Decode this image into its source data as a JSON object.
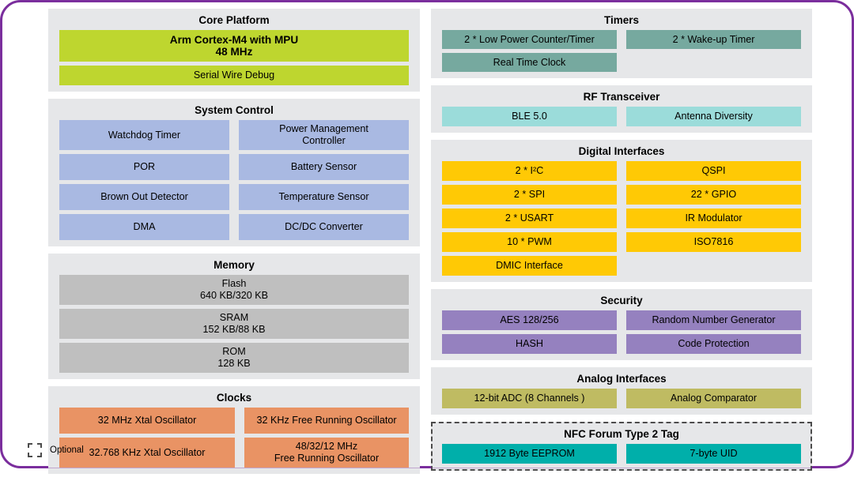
{
  "legend": {
    "label": "Optional",
    "swatch_style": "dashed-border"
  },
  "colors": {
    "frame": "#7B2E9D",
    "panel_bg": "#E6E7E9",
    "core": "#BED62F",
    "system_control": "#A9B9E2",
    "memory": "#BFBFBF",
    "clocks": "#E99364",
    "timers": "#76A99F",
    "rf": "#9BDCDA",
    "digital": "#FFC905",
    "security": "#9581BF",
    "analog": "#BFBB62",
    "nfc": "#00AFAA"
  },
  "left_column": [
    {
      "id": "core-platform",
      "title": "Core Platform",
      "color": "core",
      "rows": [
        [
          {
            "label": "Arm Cortex-M4 with MPU",
            "sub": "48 MHz",
            "bold": true
          }
        ],
        [
          {
            "label": "Serial Wire Debug"
          }
        ]
      ]
    },
    {
      "id": "system-control",
      "title": "System Control",
      "color": "system_control",
      "rows": [
        [
          {
            "label": "Watchdog Timer"
          },
          {
            "label": "Power Management",
            "sub": "Controller"
          }
        ],
        [
          {
            "label": "POR"
          },
          {
            "label": "Battery Sensor"
          }
        ],
        [
          {
            "label": "Brown Out Detector"
          },
          {
            "label": "Temperature Sensor"
          }
        ],
        [
          {
            "label": "DMA"
          },
          {
            "label": "DC/DC Converter"
          }
        ]
      ]
    },
    {
      "id": "memory",
      "title": "Memory",
      "color": "memory",
      "rows": [
        [
          {
            "label": "Flash",
            "sub": "640 KB/320 KB"
          }
        ],
        [
          {
            "label": "SRAM",
            "sub": "152 KB/88 KB"
          }
        ],
        [
          {
            "label": "ROM",
            "sub": "128 KB"
          }
        ]
      ]
    },
    {
      "id": "clocks",
      "title": "Clocks",
      "color": "clocks",
      "rows": [
        [
          {
            "label": "32 MHz Xtal Oscillator"
          },
          {
            "label": "32 KHz Free Running Oscillator"
          }
        ],
        [
          {
            "label": "32.768 KHz Xtal Oscillator"
          },
          {
            "label": "48/32/12 MHz",
            "sub": "Free Running Oscillator"
          }
        ]
      ]
    }
  ],
  "right_column": [
    {
      "id": "timers",
      "title": "Timers",
      "color": "timers",
      "rows": [
        [
          {
            "label": "2 * Low Power Counter/Timer"
          },
          {
            "label": "2 * Wake-up Timer"
          }
        ],
        [
          {
            "label": "Real Time Clock"
          },
          {
            "label": "",
            "spacer": true
          }
        ]
      ]
    },
    {
      "id": "rf-transceiver",
      "title": "RF Transceiver",
      "color": "rf",
      "rows": [
        [
          {
            "label": "BLE 5.0"
          },
          {
            "label": "Antenna Diversity"
          }
        ]
      ]
    },
    {
      "id": "digital-interfaces",
      "title": "Digital Interfaces",
      "color": "digital",
      "rows": [
        [
          {
            "label": "2  * I²C"
          },
          {
            "label": "QSPI"
          }
        ],
        [
          {
            "label": "2 * SPI"
          },
          {
            "label": "22 * GPIO"
          }
        ],
        [
          {
            "label": "2 * USART"
          },
          {
            "label": "IR Modulator"
          }
        ],
        [
          {
            "label": "10 * PWM"
          },
          {
            "label": "ISO7816"
          }
        ],
        [
          {
            "label": "DMIC Interface"
          },
          {
            "label": "",
            "spacer": true
          }
        ]
      ]
    },
    {
      "id": "security",
      "title": "Security",
      "color": "security",
      "rows": [
        [
          {
            "label": "AES 128/256"
          },
          {
            "label": "Random Number Generator"
          }
        ],
        [
          {
            "label": "HASH"
          },
          {
            "label": "Code Protection"
          }
        ]
      ]
    },
    {
      "id": "analog-interfaces",
      "title": "Analog Interfaces",
      "color": "analog",
      "rows": [
        [
          {
            "label": "12-bit ADC (8 Channels )"
          },
          {
            "label": "Analog Comparator"
          }
        ]
      ]
    },
    {
      "id": "nfc-forum-type-2-tag",
      "title": "NFC Forum Type 2 Tag",
      "color": "nfc",
      "optional": true,
      "rows": [
        [
          {
            "label": "1912 Byte EEPROM"
          },
          {
            "label": "7-byte UID"
          }
        ]
      ]
    }
  ]
}
